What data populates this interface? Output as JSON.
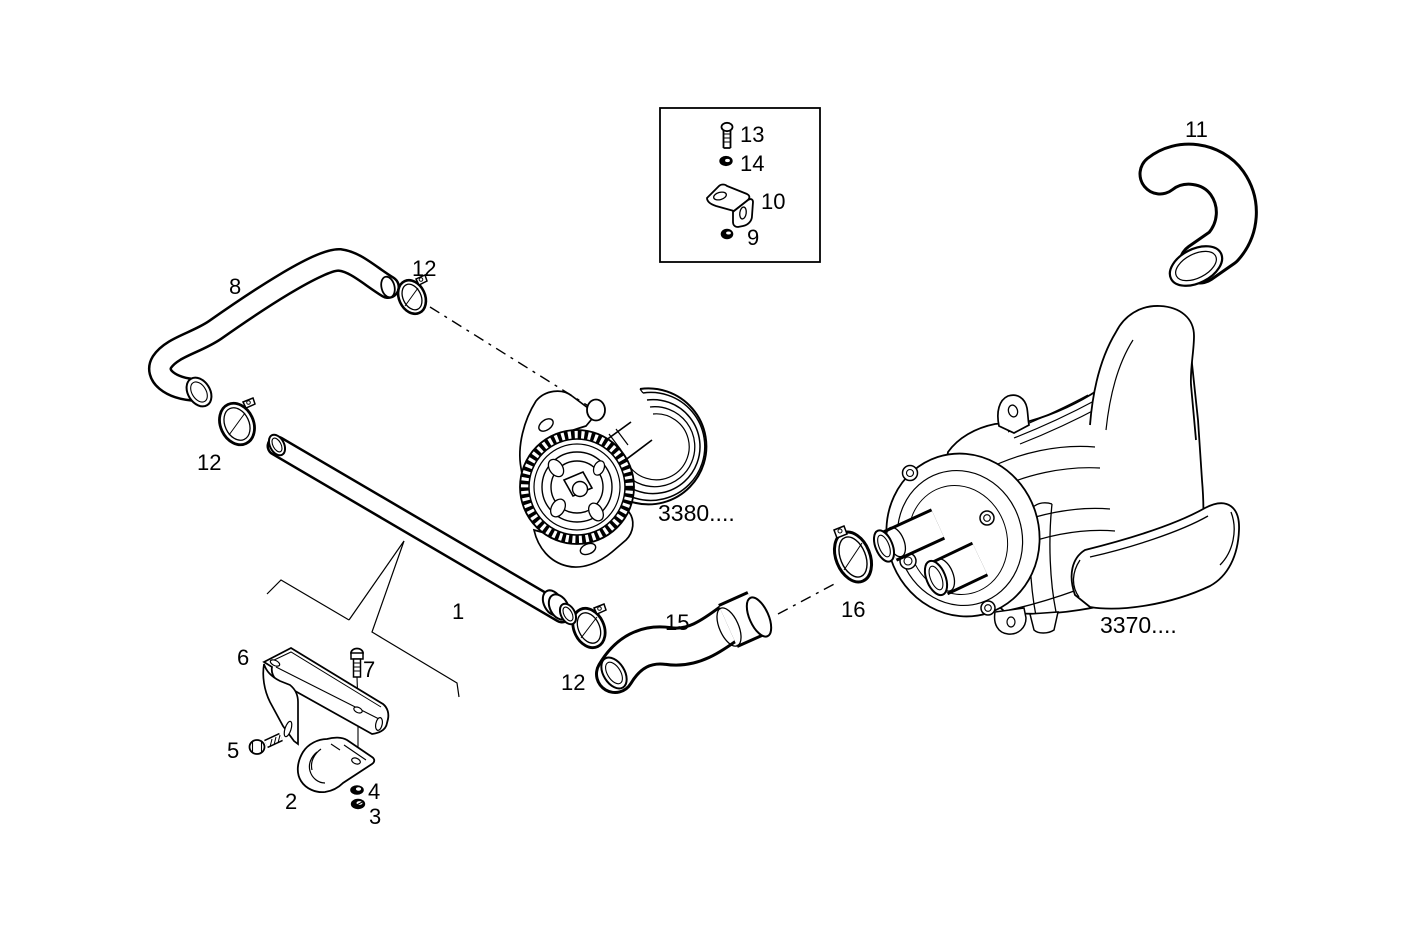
{
  "diagram": {
    "background_color": "#ffffff",
    "line_color": "#000000",
    "callouts": {
      "c1": "1",
      "c2": "2",
      "c3": "3",
      "c4": "4",
      "c5": "5",
      "c6": "6",
      "c7": "7",
      "c8": "8",
      "c9": "9",
      "c10": "10",
      "c11": "11",
      "c12": "12",
      "c13": "13",
      "c14": "14",
      "c15": "15",
      "c16": "16"
    },
    "part_references": {
      "ref_3380": "3380....",
      "ref_3370": "3370...."
    }
  }
}
